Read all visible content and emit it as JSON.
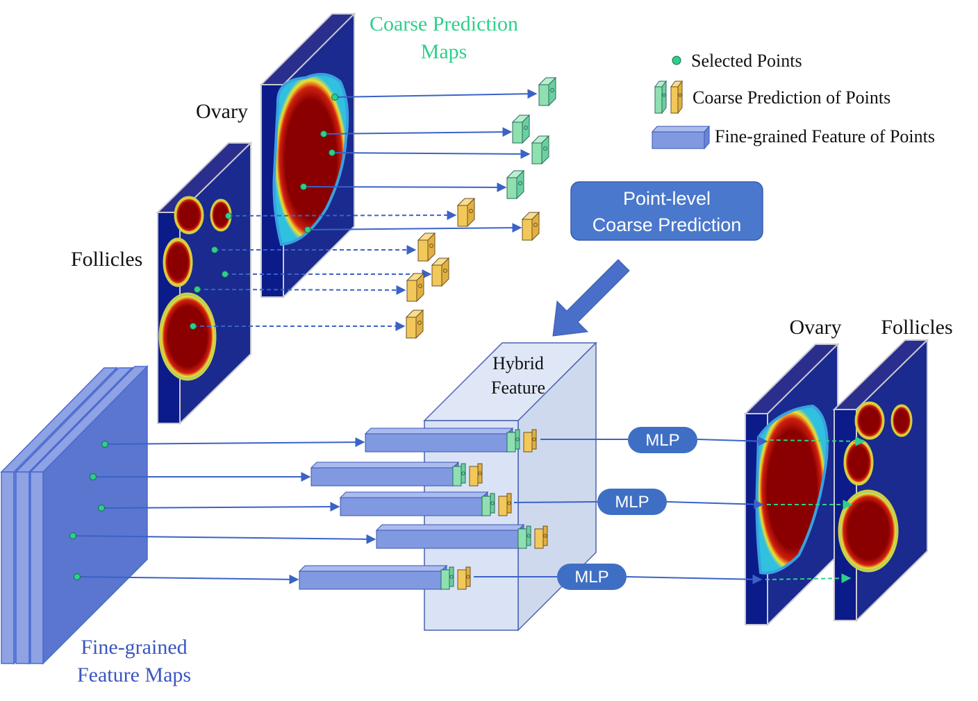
{
  "labels": {
    "coarse_maps_line1": "Coarse Prediction",
    "coarse_maps_line2": "Maps",
    "ovary_top": "Ovary",
    "follicles_top": "Follicles",
    "fine_maps_line1": "Fine-grained",
    "fine_maps_line2": "Feature Maps",
    "hybrid_line1": "Hybrid",
    "hybrid_line2": "Feature",
    "ovary_out": "Ovary",
    "follicles_out": "Follicles"
  },
  "legend": {
    "selected_points": "Selected Points",
    "coarse_prediction": "Coarse Prediction of Points",
    "fine_feature": "Fine-grained Feature of Points"
  },
  "point_coarse_box": {
    "line1": "Point-level",
    "line2": "Coarse Prediction"
  },
  "mlp": [
    "MLP",
    "MLP",
    "MLP"
  ],
  "colors": {
    "point": "#2ecf8a",
    "arrow": "#3a62c8",
    "coarse_text": "#2ecf8a",
    "fine_text": "#3a56c0",
    "map_bg": "#0b1b8a",
    "map_fg": "#8a0000",
    "mlp_bg": "#3f6fc4",
    "box_bg": "#4a78cc",
    "cube_green": "#8fe0b0",
    "cube_yellow": "#f2c85a",
    "bar": "#8099e0"
  }
}
